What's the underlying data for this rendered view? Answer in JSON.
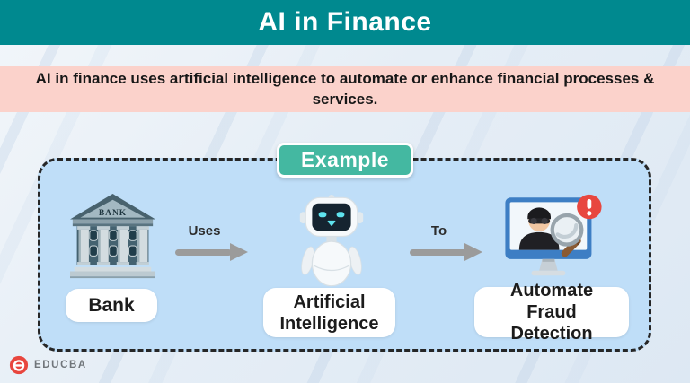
{
  "header": {
    "title": "AI in Finance"
  },
  "banner": {
    "text": "AI in finance uses artificial intelligence to automate or enhance financial processes & services."
  },
  "example": {
    "label": "Example"
  },
  "diagram": {
    "nodes": [
      {
        "label": "Bank",
        "icon": "bank-icon",
        "icon_text": "BANK"
      },
      {
        "label": "Artificial Intelligence",
        "icon": "robot-icon"
      },
      {
        "label": "Automate Fraud Detection",
        "icon": "fraud-detection-icon"
      }
    ],
    "connectors": [
      {
        "label": "Uses"
      },
      {
        "label": "To"
      }
    ]
  },
  "footer": {
    "brand": "EDUCBA"
  },
  "colors": {
    "header_bg": "#00898f",
    "banner_bg": "#fbd2cb",
    "badge_bg": "#44b8a1",
    "box_bg": "#bfdef8",
    "arrow": "#9b9b9b",
    "alert_red": "#e8473f",
    "monitor_blue": "#3d7ec4",
    "robot_screen": "#152430",
    "robot_eyes": "#5fe3ee"
  }
}
